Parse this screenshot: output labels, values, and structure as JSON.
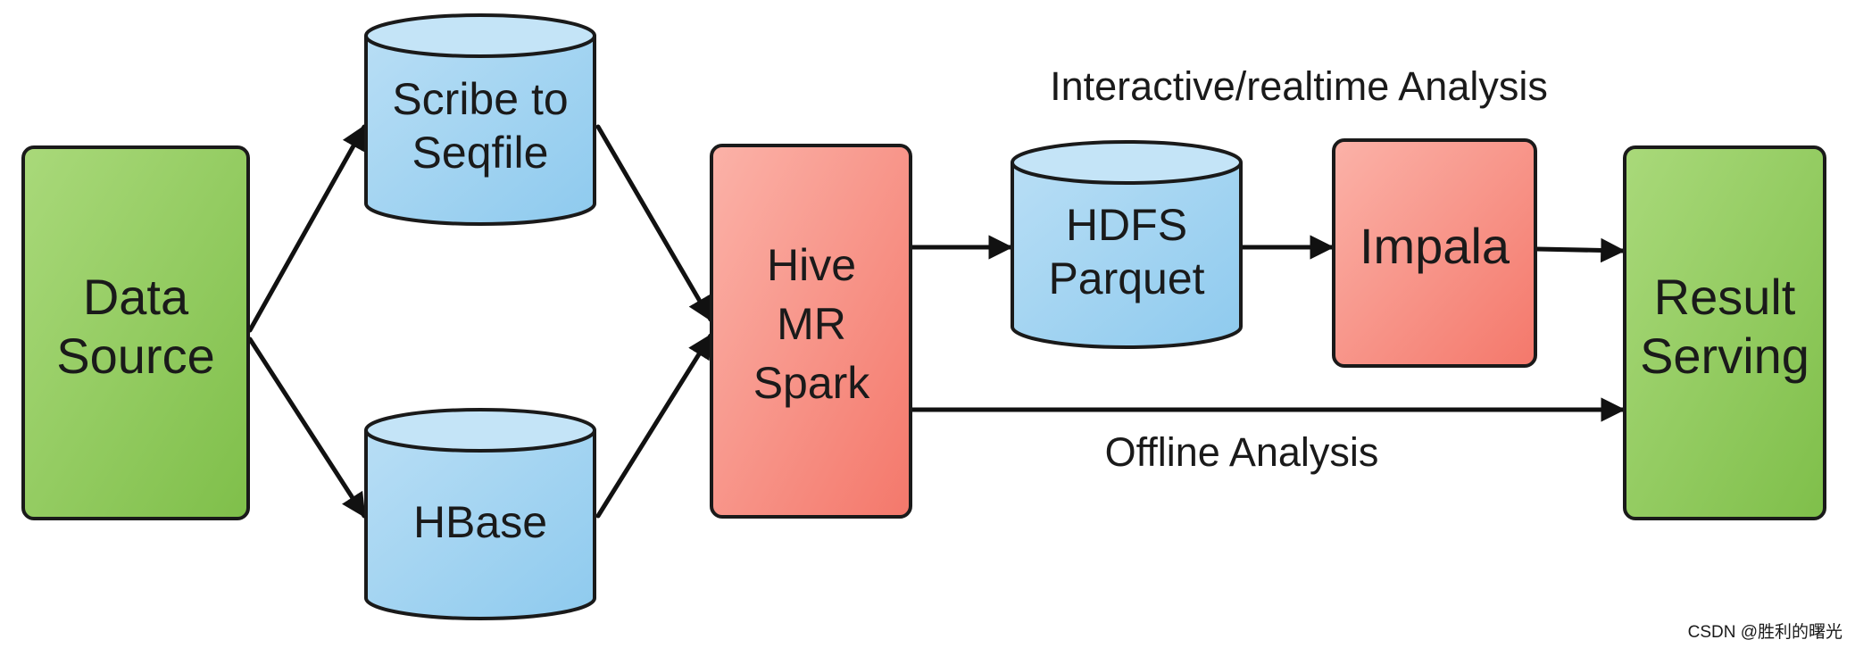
{
  "nodes": {
    "data_source": {
      "lines": [
        "Data",
        "Source"
      ],
      "shape": "rect",
      "color": "#8dc85a"
    },
    "scribe": {
      "lines": [
        "Scribe to",
        "Seqfile"
      ],
      "shape": "cylinder",
      "color": "#9cd0ef"
    },
    "hbase": {
      "lines": [
        "HBase"
      ],
      "shape": "cylinder",
      "color": "#9cd0ef"
    },
    "hive": {
      "lines": [
        "Hive",
        "MR",
        "Spark"
      ],
      "shape": "rect",
      "color": "#f58c7f"
    },
    "hdfs": {
      "lines": [
        "HDFS",
        "Parquet"
      ],
      "shape": "cylinder",
      "color": "#9cd0ef"
    },
    "impala": {
      "lines": [
        "Impala"
      ],
      "shape": "rect",
      "color": "#f58c7f"
    },
    "result": {
      "lines": [
        "Result",
        "Serving"
      ],
      "shape": "rect",
      "color": "#8dc85a"
    }
  },
  "edges": [
    {
      "from": "data_source",
      "to": "scribe"
    },
    {
      "from": "data_source",
      "to": "hbase"
    },
    {
      "from": "scribe",
      "to": "hive"
    },
    {
      "from": "hbase",
      "to": "hive"
    },
    {
      "from": "hive",
      "to": "hdfs"
    },
    {
      "from": "hdfs",
      "to": "impala"
    },
    {
      "from": "impala",
      "to": "result"
    },
    {
      "from": "hive",
      "to": "result",
      "label": "Offline Analysis"
    }
  ],
  "labels": {
    "interactive": "Interactive/realtime Analysis",
    "offline": "Offline Analysis"
  },
  "watermark": "CSDN @胜利的曙光"
}
